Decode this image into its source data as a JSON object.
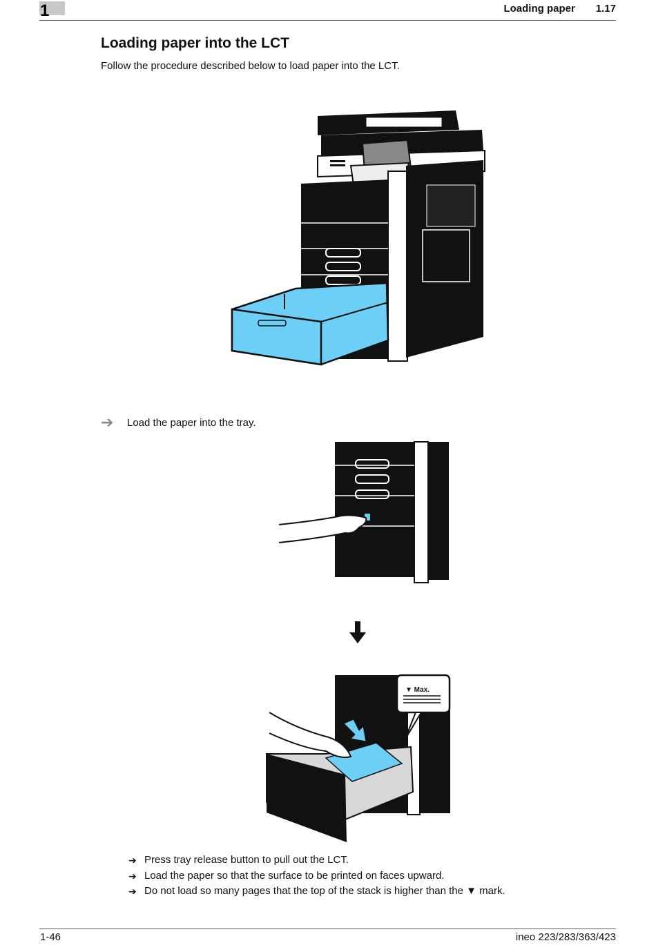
{
  "header": {
    "chapter_number": "1",
    "section_title": "Loading paper",
    "section_number": "1.17"
  },
  "main": {
    "title": "Loading paper into the LCT",
    "intro": "Follow the procedure described below to load paper into the LCT.",
    "step": {
      "icon": "arrow-right-icon",
      "text": "Load the paper into the tray."
    },
    "figure3_label": "▼ Max.",
    "notes": [
      "Press tray release button to pull out the LCT.",
      "Load the paper so that the surface to be printed on faces upward.",
      "Do not load so many pages that the top of the stack is higher than the ▼ mark."
    ],
    "note_bullet": "➔"
  },
  "colors": {
    "tray_blue": "#6ecff6",
    "machine_black": "#111111"
  },
  "footer": {
    "page_number": "1-46",
    "product": "ineo 223/283/363/423"
  }
}
